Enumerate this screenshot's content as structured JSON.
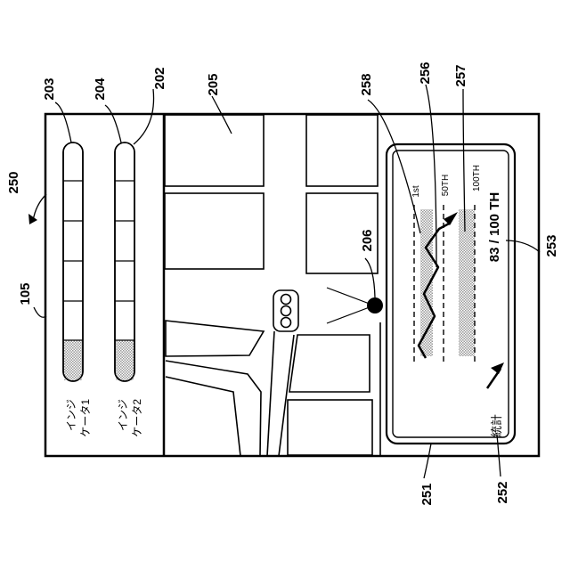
{
  "refs": {
    "r250": "250",
    "r105": "105",
    "r203": "203",
    "r204": "204",
    "r202": "202",
    "r205": "205",
    "r206": "206",
    "r258": "258",
    "r256": "256",
    "r257": "257",
    "r253": "253",
    "r251": "251",
    "r252": "252"
  },
  "indicators": [
    {
      "label_line1": "インジ",
      "label_line2": "ケータ1",
      "level": 0.15
    },
    {
      "label_line1": "インジ",
      "label_line2": "ケータ2",
      "level": 0.15
    }
  ],
  "stats": {
    "rank_text": "83 / 100 TH",
    "label": "統計",
    "markers": [
      "1st",
      "50TH",
      "100TH"
    ]
  }
}
